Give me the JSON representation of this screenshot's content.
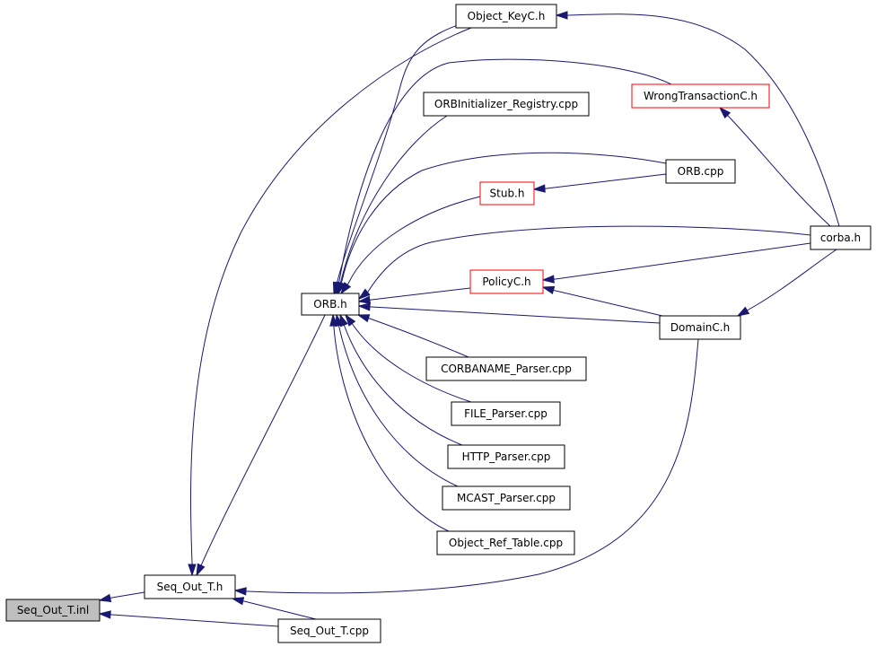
{
  "nodes": [
    {
      "id": "seq_out_t_inl",
      "label": "Seq_Out_T.inl",
      "current": true
    },
    {
      "id": "seq_out_t_h",
      "label": "Seq_Out_T.h"
    },
    {
      "id": "seq_out_t_cpp",
      "label": "Seq_Out_T.cpp"
    },
    {
      "id": "orb_h",
      "label": "ORB.h"
    },
    {
      "id": "object_keyc_h",
      "label": "Object_KeyC.h"
    },
    {
      "id": "orbinit_registry_cpp",
      "label": "ORBInitializer_Registry.cpp"
    },
    {
      "id": "wrongtransactionc_h",
      "label": "WrongTransactionC.h",
      "red": true
    },
    {
      "id": "stub_h",
      "label": "Stub.h",
      "red": true
    },
    {
      "id": "orb_cpp",
      "label": "ORB.cpp"
    },
    {
      "id": "corba_h",
      "label": "corba.h"
    },
    {
      "id": "policyc_h",
      "label": "PolicyC.h",
      "red": true
    },
    {
      "id": "domainc_h",
      "label": "DomainC.h"
    },
    {
      "id": "corbaname_parser_cpp",
      "label": "CORBANAME_Parser.cpp"
    },
    {
      "id": "file_parser_cpp",
      "label": "FILE_Parser.cpp"
    },
    {
      "id": "http_parser_cpp",
      "label": "HTTP_Parser.cpp"
    },
    {
      "id": "mcast_parser_cpp",
      "label": "MCAST_Parser.cpp"
    },
    {
      "id": "object_ref_table_cpp",
      "label": "Object_Ref_Table.cpp"
    }
  ],
  "edges": [
    [
      "seq_out_t_h",
      "seq_out_t_inl"
    ],
    [
      "seq_out_t_cpp",
      "seq_out_t_inl"
    ],
    [
      "seq_out_t_cpp",
      "seq_out_t_h"
    ],
    [
      "orb_h",
      "seq_out_t_h"
    ],
    [
      "object_keyc_h",
      "seq_out_t_h"
    ],
    [
      "domainc_h",
      "seq_out_t_h"
    ],
    [
      "object_keyc_h",
      "orb_h"
    ],
    [
      "wrongtransactionc_h",
      "orb_h"
    ],
    [
      "orbinit_registry_cpp",
      "orb_h"
    ],
    [
      "orb_cpp",
      "orb_h"
    ],
    [
      "stub_h",
      "orb_h"
    ],
    [
      "corba_h",
      "orb_h"
    ],
    [
      "policyc_h",
      "orb_h"
    ],
    [
      "domainc_h",
      "orb_h"
    ],
    [
      "corbaname_parser_cpp",
      "orb_h"
    ],
    [
      "file_parser_cpp",
      "orb_h"
    ],
    [
      "http_parser_cpp",
      "orb_h"
    ],
    [
      "mcast_parser_cpp",
      "orb_h"
    ],
    [
      "object_ref_table_cpp",
      "orb_h"
    ],
    [
      "orb_cpp",
      "stub_h"
    ],
    [
      "corba_h",
      "object_keyc_h"
    ],
    [
      "corba_h",
      "wrongtransactionc_h"
    ],
    [
      "corba_h",
      "policyc_h"
    ],
    [
      "corba_h",
      "domainc_h"
    ],
    [
      "domainc_h",
      "policyc_h"
    ]
  ]
}
